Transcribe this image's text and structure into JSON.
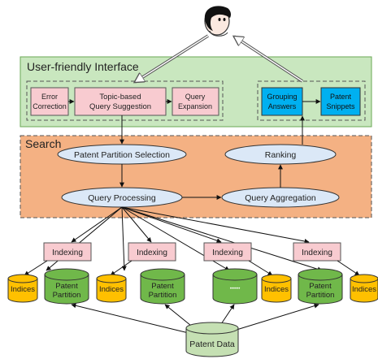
{
  "interface": {
    "title": "User-friendly Interface",
    "boxes": {
      "error_correction": [
        "Error",
        "Correction"
      ],
      "topic_suggestion": [
        "Topic-based",
        "Query Suggestion"
      ],
      "query_expansion": [
        "Query",
        "Expansion"
      ],
      "grouping_answers": [
        "Grouping",
        "Answers"
      ],
      "patent_snippets": [
        "Patent",
        "Snippets"
      ]
    }
  },
  "search": {
    "title": "Search",
    "nodes": {
      "partition_selection": "Patent Partition Selection",
      "ranking": "Ranking",
      "query_processing": "Query Processing",
      "query_aggregation": "Query Aggregation"
    }
  },
  "indexing": {
    "indexing_label": "Indexing",
    "indices_label": "Indices",
    "partition_label": [
      "Patent",
      "Partition"
    ],
    "ellipsis": "••••••"
  },
  "patent_data": "Patent Data",
  "colors": {
    "interface_bg": "#c9e7bf",
    "search_bg": "#f4b183",
    "pink_box": "#f8cbd0",
    "blue_box": "#00b0f0",
    "ellipse": "#dbe8f7",
    "green_cyl": "#70b84a",
    "yellow_cyl": "#ffc000",
    "data_cyl": "#c5e0b3"
  }
}
